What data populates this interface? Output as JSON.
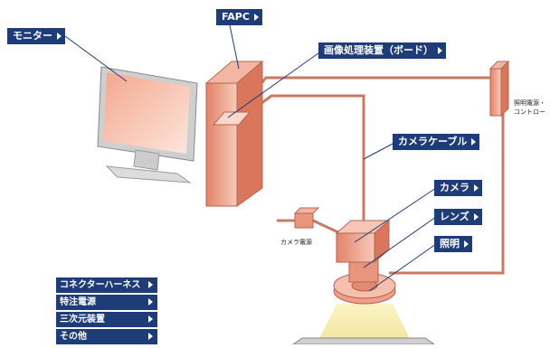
{
  "labels": {
    "monitor": "モニター",
    "fapc": "FAPC",
    "board": "画像処理装置（ボード）",
    "cable": "カメラケーブル",
    "camera": "カメラ",
    "lens": "レンズ",
    "lighting": "照明"
  },
  "small_labels": {
    "camera_power": "カメラ電源",
    "light_power_line1": "照明電源・",
    "light_power_line2": "コントロー"
  },
  "menu": [
    {
      "label": "コネクターハーネス"
    },
    {
      "label": "特注電源"
    },
    {
      "label": "三次元装置"
    },
    {
      "label": "その他"
    }
  ],
  "colors": {
    "label_bg": "#1e3c78",
    "label_text": "#ffffff",
    "cable": "#c97a62",
    "equipment_fill": "#e9957d",
    "equipment_light": "#f6c7b6",
    "light_beam": "#f7eeb0"
  }
}
